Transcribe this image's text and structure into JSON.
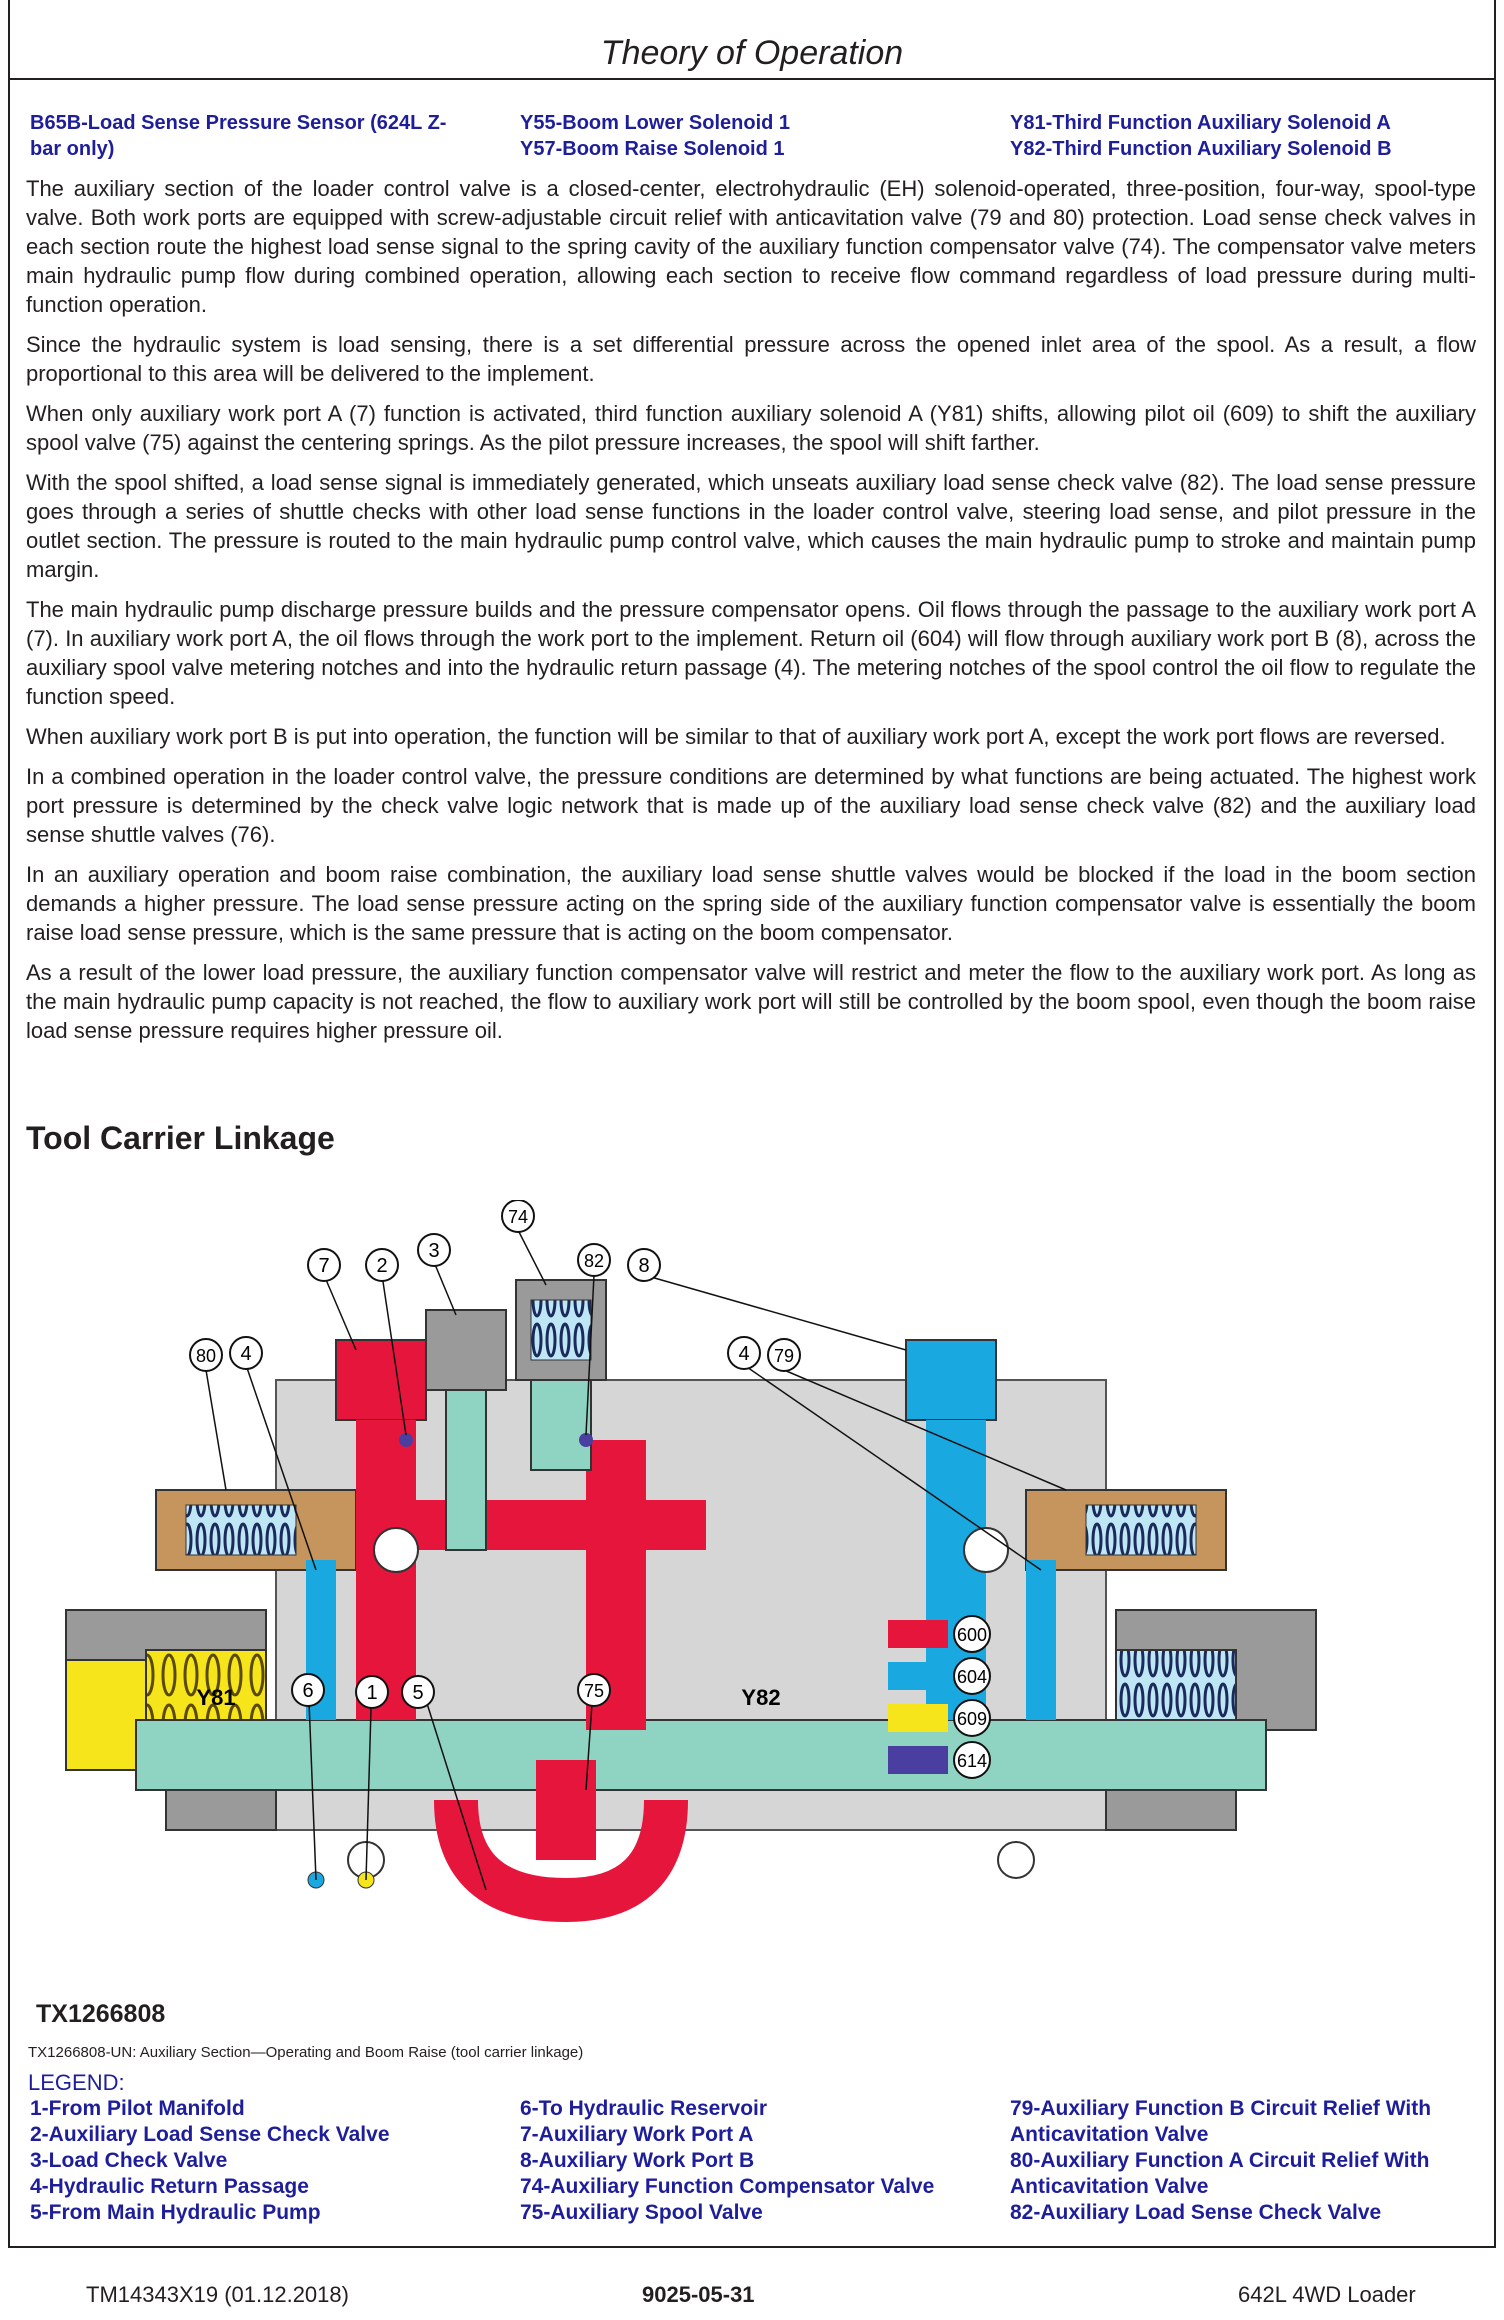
{
  "header": {
    "title": "Theory of Operation"
  },
  "abbreviations": [
    [
      "B65B-Load Sense Pressure Sensor (624L Z-",
      "bar only)"
    ],
    [
      "Y55-Boom Lower Solenoid 1",
      "Y57-Boom Raise Solenoid 1"
    ],
    [
      "Y81-Third Function Auxiliary Solenoid A",
      "Y82-Third Function Auxiliary Solenoid B"
    ]
  ],
  "paragraphs": [
    "The auxiliary section of the loader control valve is a closed-center, electrohydraulic (EH) solenoid-operated, three-position, four-way, spool-type valve. Both work ports are equipped with screw-adjustable circuit relief with anticavitation valve (79 and 80) protection. Load sense check valves in each section route the highest load sense signal to the spring cavity of the auxiliary function compensator valve (74). The compensator valve meters main hydraulic pump flow during combined operation, allowing each section to receive flow command regardless of load pressure during multi-function operation.",
    "Since the hydraulic system is load sensing, there is a set differential pressure across the opened inlet area of the spool. As a result, a flow proportional to this area will be delivered to the implement.",
    "When only auxiliary work port A (7) function is activated, third function auxiliary solenoid A (Y81) shifts, allowing pilot oil (609) to shift the auxiliary spool valve (75) against the centering springs. As the pilot pressure increases, the spool will shift farther.",
    "With the spool shifted, a load sense signal is immediately generated, which unseats auxiliary load sense check valve (82). The load sense pressure goes through a series of shuttle checks with other load sense functions in the loader control valve, steering load sense, and pilot pressure in the outlet section. The pressure is routed to the main hydraulic pump control valve, which causes the main hydraulic pump to stroke and maintain pump margin.",
    "The main hydraulic pump discharge pressure builds and the pressure compensator opens. Oil flows through the passage to the auxiliary work port A (7). In auxiliary work port A, the oil flows through the work port to the implement. Return oil (604) will flow through auxiliary work port B (8), across the auxiliary spool valve metering notches and into the hydraulic return passage (4). The metering notches of the spool control the oil flow to regulate the function speed.",
    "When auxiliary work port B is put into operation, the function will be similar to that of auxiliary work port A, except the work port flows are reversed.",
    "In a combined operation in the loader control valve, the pressure conditions are determined by what functions are being actuated. The highest work port pressure is determined by the check valve logic network that is made up of the auxiliary load sense check valve (82) and the auxiliary load sense shuttle valves (76).",
    "In an auxiliary operation and boom raise combination, the auxiliary load sense shuttle valves would be blocked if the load in the boom section demands a higher pressure. The load sense pressure acting on the spring side of the auxiliary function compensator valve is essentially the boom raise load sense pressure, which is the same pressure that is acting on the boom compensator.",
    "As a result of the lower load pressure, the auxiliary function compensator valve will restrict and meter the flow to the auxiliary work port. As long as the main hydraulic pump capacity is not reached, the flow to auxiliary work port will still be controlled by the boom spool, even though the boom raise load sense pressure requires higher pressure oil."
  ],
  "section_heading": "Tool Carrier Linkage",
  "figure": {
    "callouts": [
      "7",
      "2",
      "3",
      "74",
      "82",
      "8",
      "80",
      "4",
      "4",
      "79",
      "6",
      "1",
      "5",
      "75"
    ],
    "solenoid_left": "Y81",
    "solenoid_right": "Y82",
    "pressure_key": [
      {
        "code": "600",
        "color": "#e5153c"
      },
      {
        "code": "604",
        "color": "#1aa8e0"
      },
      {
        "code": "609",
        "color": "#f5e51a"
      },
      {
        "code": "614",
        "color": "#4a3fa0"
      }
    ],
    "id": "TX1266808",
    "caption": "TX1266808-UN: Auxiliary Section—Operating and Boom Raise (tool carrier linkage)"
  },
  "legend": {
    "title": "LEGEND:",
    "columns": [
      [
        "1-From Pilot Manifold",
        "2-Auxiliary Load Sense Check Valve",
        "3-Load Check Valve",
        "4-Hydraulic Return Passage",
        "5-From Main Hydraulic Pump"
      ],
      [
        "6-To Hydraulic Reservoir",
        "7-Auxiliary Work Port A",
        "8-Auxiliary Work Port B",
        "74-Auxiliary Function Compensator Valve",
        "75-Auxiliary Spool Valve"
      ],
      [
        "79-Auxiliary Function B Circuit Relief With",
        "Anticavitation Valve",
        "80-Auxiliary Function A Circuit Relief With",
        "Anticavitation Valve",
        "82-Auxiliary Load Sense Check Valve"
      ]
    ]
  },
  "footer": {
    "left": "TM14343X19 (01.12.2018)",
    "center": "9025-05-31",
    "right": "642L 4WD Loader"
  }
}
